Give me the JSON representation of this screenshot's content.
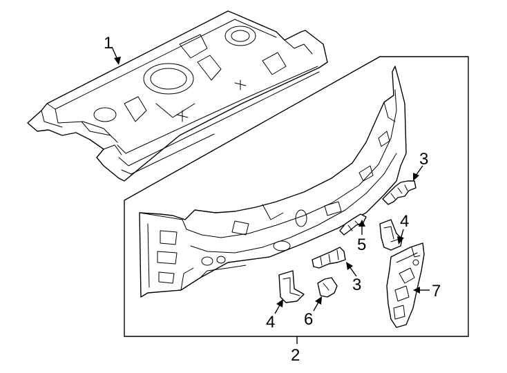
{
  "callouts": {
    "c1": "1",
    "c2": "2",
    "c3a": "3",
    "c3b": "3",
    "c4a": "4",
    "c4b": "4",
    "c5": "5",
    "c6": "6",
    "c7": "7"
  },
  "icons": {
    "floor_pan": "rear-floor-pan-drawing",
    "rear_panel": "rear-body-panel-drawing",
    "brackets": "bracket-drawings"
  }
}
